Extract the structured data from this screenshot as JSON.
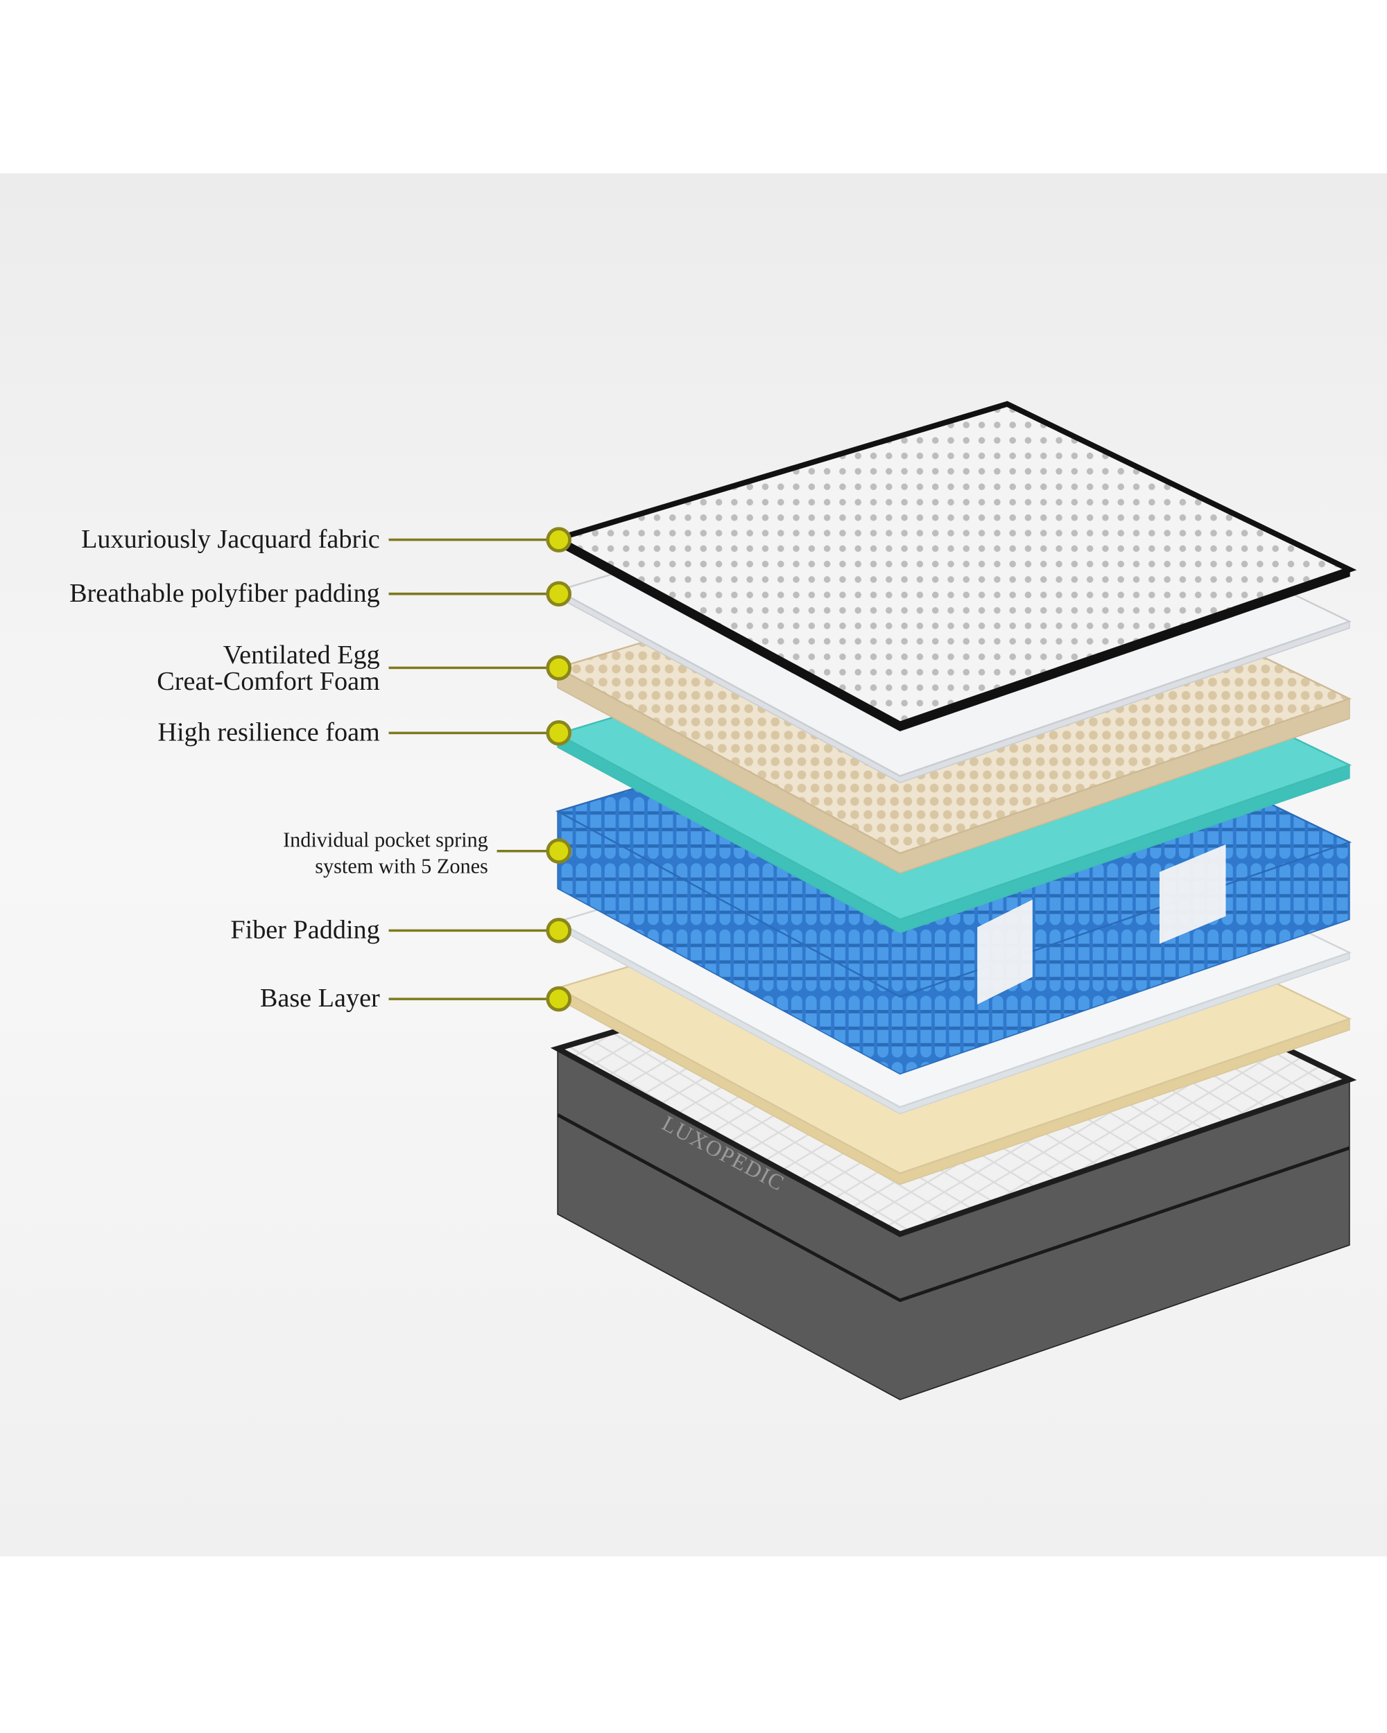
{
  "labels": [
    {
      "lines": [
        "Luxuriously Jacquard fabric"
      ]
    },
    {
      "lines": [
        "Breathable polyfiber padding"
      ]
    },
    {
      "lines": [
        "Ventilated Egg",
        "Creat-Comfort Foam"
      ]
    },
    {
      "lines": [
        "High resilience foam"
      ]
    },
    {
      "lines": [
        "Individual pocket spring",
        "system with 5 Zones"
      ]
    },
    {
      "lines": [
        "Fiber Padding"
      ]
    },
    {
      "lines": [
        "Base Layer"
      ]
    }
  ],
  "brand": "LUXOPEDIC",
  "colors": {
    "leader_line": "#7d7a1e",
    "dot_fill": "#d8d80e",
    "dot_ring": "#8a861c",
    "hr_foam": "#5fd6cf",
    "springs": "#3f8fe0",
    "base_layer": "#f3e3b8",
    "egg_foam": "#e9dcc4",
    "cover_gray": "#5a5a5a"
  }
}
